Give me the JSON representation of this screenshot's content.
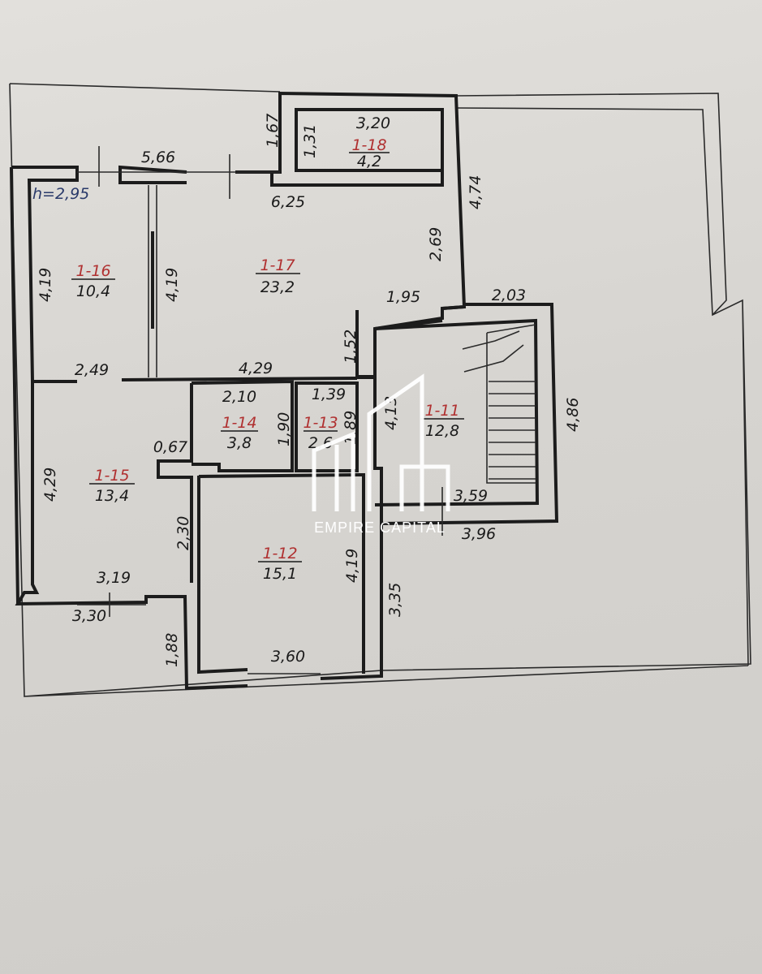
{
  "height_label": "h=2,95",
  "watermark": {
    "text": "EMPIRE CAPITAL",
    "color": "#ffffff"
  },
  "rooms": [
    {
      "id": "1-18",
      "area": "4,2"
    },
    {
      "id": "1-17",
      "area": "23,2"
    },
    {
      "id": "1-16",
      "area": "10,4"
    },
    {
      "id": "1-15",
      "area": "13,4"
    },
    {
      "id": "1-14",
      "area": "3,8"
    },
    {
      "id": "1-13",
      "area": "2,6"
    },
    {
      "id": "1-12",
      "area": "15,1"
    },
    {
      "id": "1-11",
      "area": "12,8"
    }
  ],
  "dimensions": [
    "1,67",
    "1,31",
    "3,20",
    "5,66",
    "6,25",
    "4,74",
    "2,69",
    "4,19",
    "4,19",
    "1,95",
    "2,03",
    "1,52",
    "2,49",
    "4,29",
    "2,10",
    "1,39",
    "1,90",
    "1,89",
    "4,13",
    "4,86",
    "0,67",
    "4,29",
    "2,30",
    "3,59",
    "3,96",
    "4,19",
    "3,19",
    "3,30",
    "3,35",
    "1,88",
    "3,60"
  ],
  "colors": {
    "walls": "#1c1c1c",
    "room_id": "#b03030",
    "paper": "#d9d7d3"
  }
}
